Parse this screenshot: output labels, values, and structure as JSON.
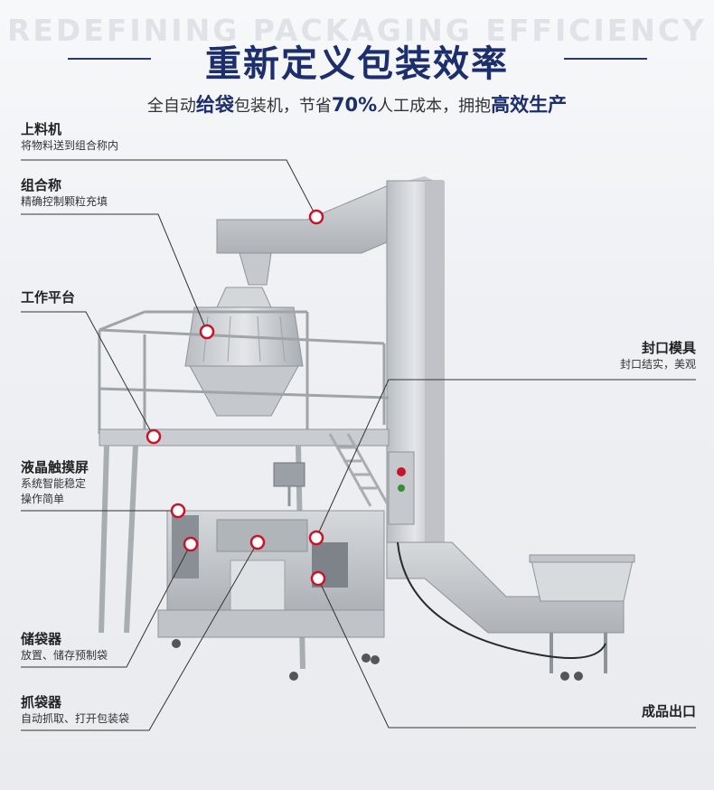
{
  "header": {
    "bg_text": "REDEFINING PACKAGING EFFICIENCY",
    "title": "重新定义包装效率",
    "subtitle_parts": [
      {
        "text": "全自动",
        "hl": false
      },
      {
        "text": "给袋",
        "hl": true
      },
      {
        "text": "包装机，节省",
        "hl": false
      },
      {
        "text": "70%",
        "hl": true
      },
      {
        "text": "人工成本，拥抱",
        "hl": false
      },
      {
        "text": "高效生产",
        "hl": true
      }
    ]
  },
  "labels": {
    "feeder": {
      "title": "上料机",
      "desc": "将物料送到组合称内"
    },
    "weigher": {
      "title": "组合称",
      "desc": "精确控制颗粒充填"
    },
    "platform": {
      "title": "工作平台"
    },
    "touchscreen": {
      "title": "液晶触摸屏",
      "desc1": "系统智能稳定",
      "desc2": "操作简单"
    },
    "bag_storage": {
      "title": "储袋器",
      "desc": "放置、储存预制袋"
    },
    "bag_gripper": {
      "title": "抓袋器",
      "desc": "自动抓取、打开包装袋"
    },
    "sealing_die": {
      "title": "封口模具",
      "desc": "封口结实，美观"
    },
    "output": {
      "title": "成品出口"
    }
  },
  "colors": {
    "title": "#1c2e6b",
    "marker": "#c8142a",
    "line": "#333333"
  }
}
